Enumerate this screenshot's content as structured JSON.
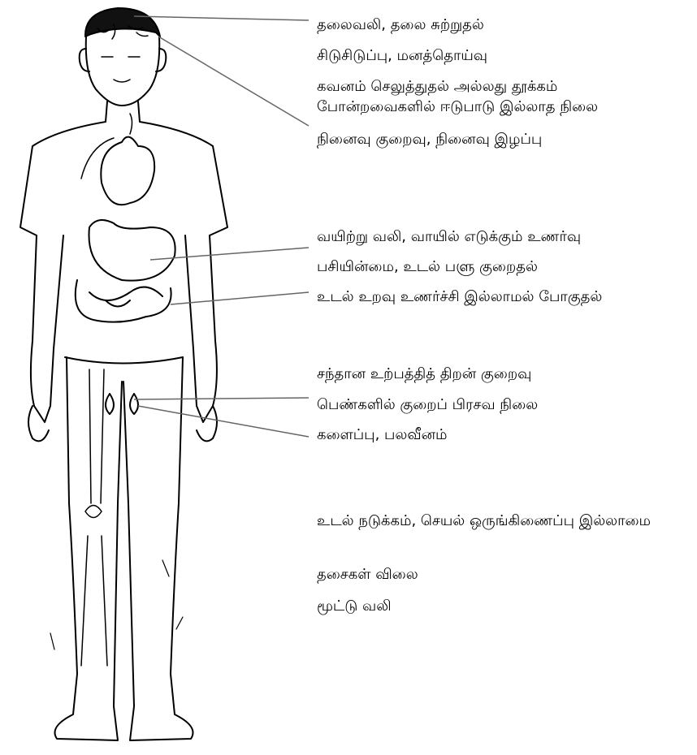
{
  "labels": {
    "headache": "தலைவலி, தலை சுற்றுதல்",
    "irritability": "சிடுசிடுப்பு, மனத்தொய்வு",
    "concentration_1": "கவனம் செலுத்துதல் அல்லது தூக்கம்",
    "concentration_2": "போன்றவைகளில் ஈடுபாடு இல்லாத நிலை",
    "memory": "நினைவு குறைவு, நினைவு இழப்பு",
    "abdominal": "வயிற்று வலி, வாயில் எடுக்கும் உணர்வு",
    "appetite": "பசியின்மை, உடல் பளு குறைதல்",
    "libido": "உடல் உறவு உணர்ச்சி இல்லாமல் போகுதல்",
    "fertility": "சந்தான உற்பத்தித் திறன் குறைவு",
    "premature": "பெண்களில் குறைப் பிரசவ நிலை",
    "fatigue": "களைப்பு, பலவீனம்",
    "tremor": "உடல் நடுக்கம், செயல் ஒருங்கிணைப்பு இல்லாமை",
    "muscle": "தசைகள் விலை",
    "joint": "மூட்டு வலி"
  }
}
